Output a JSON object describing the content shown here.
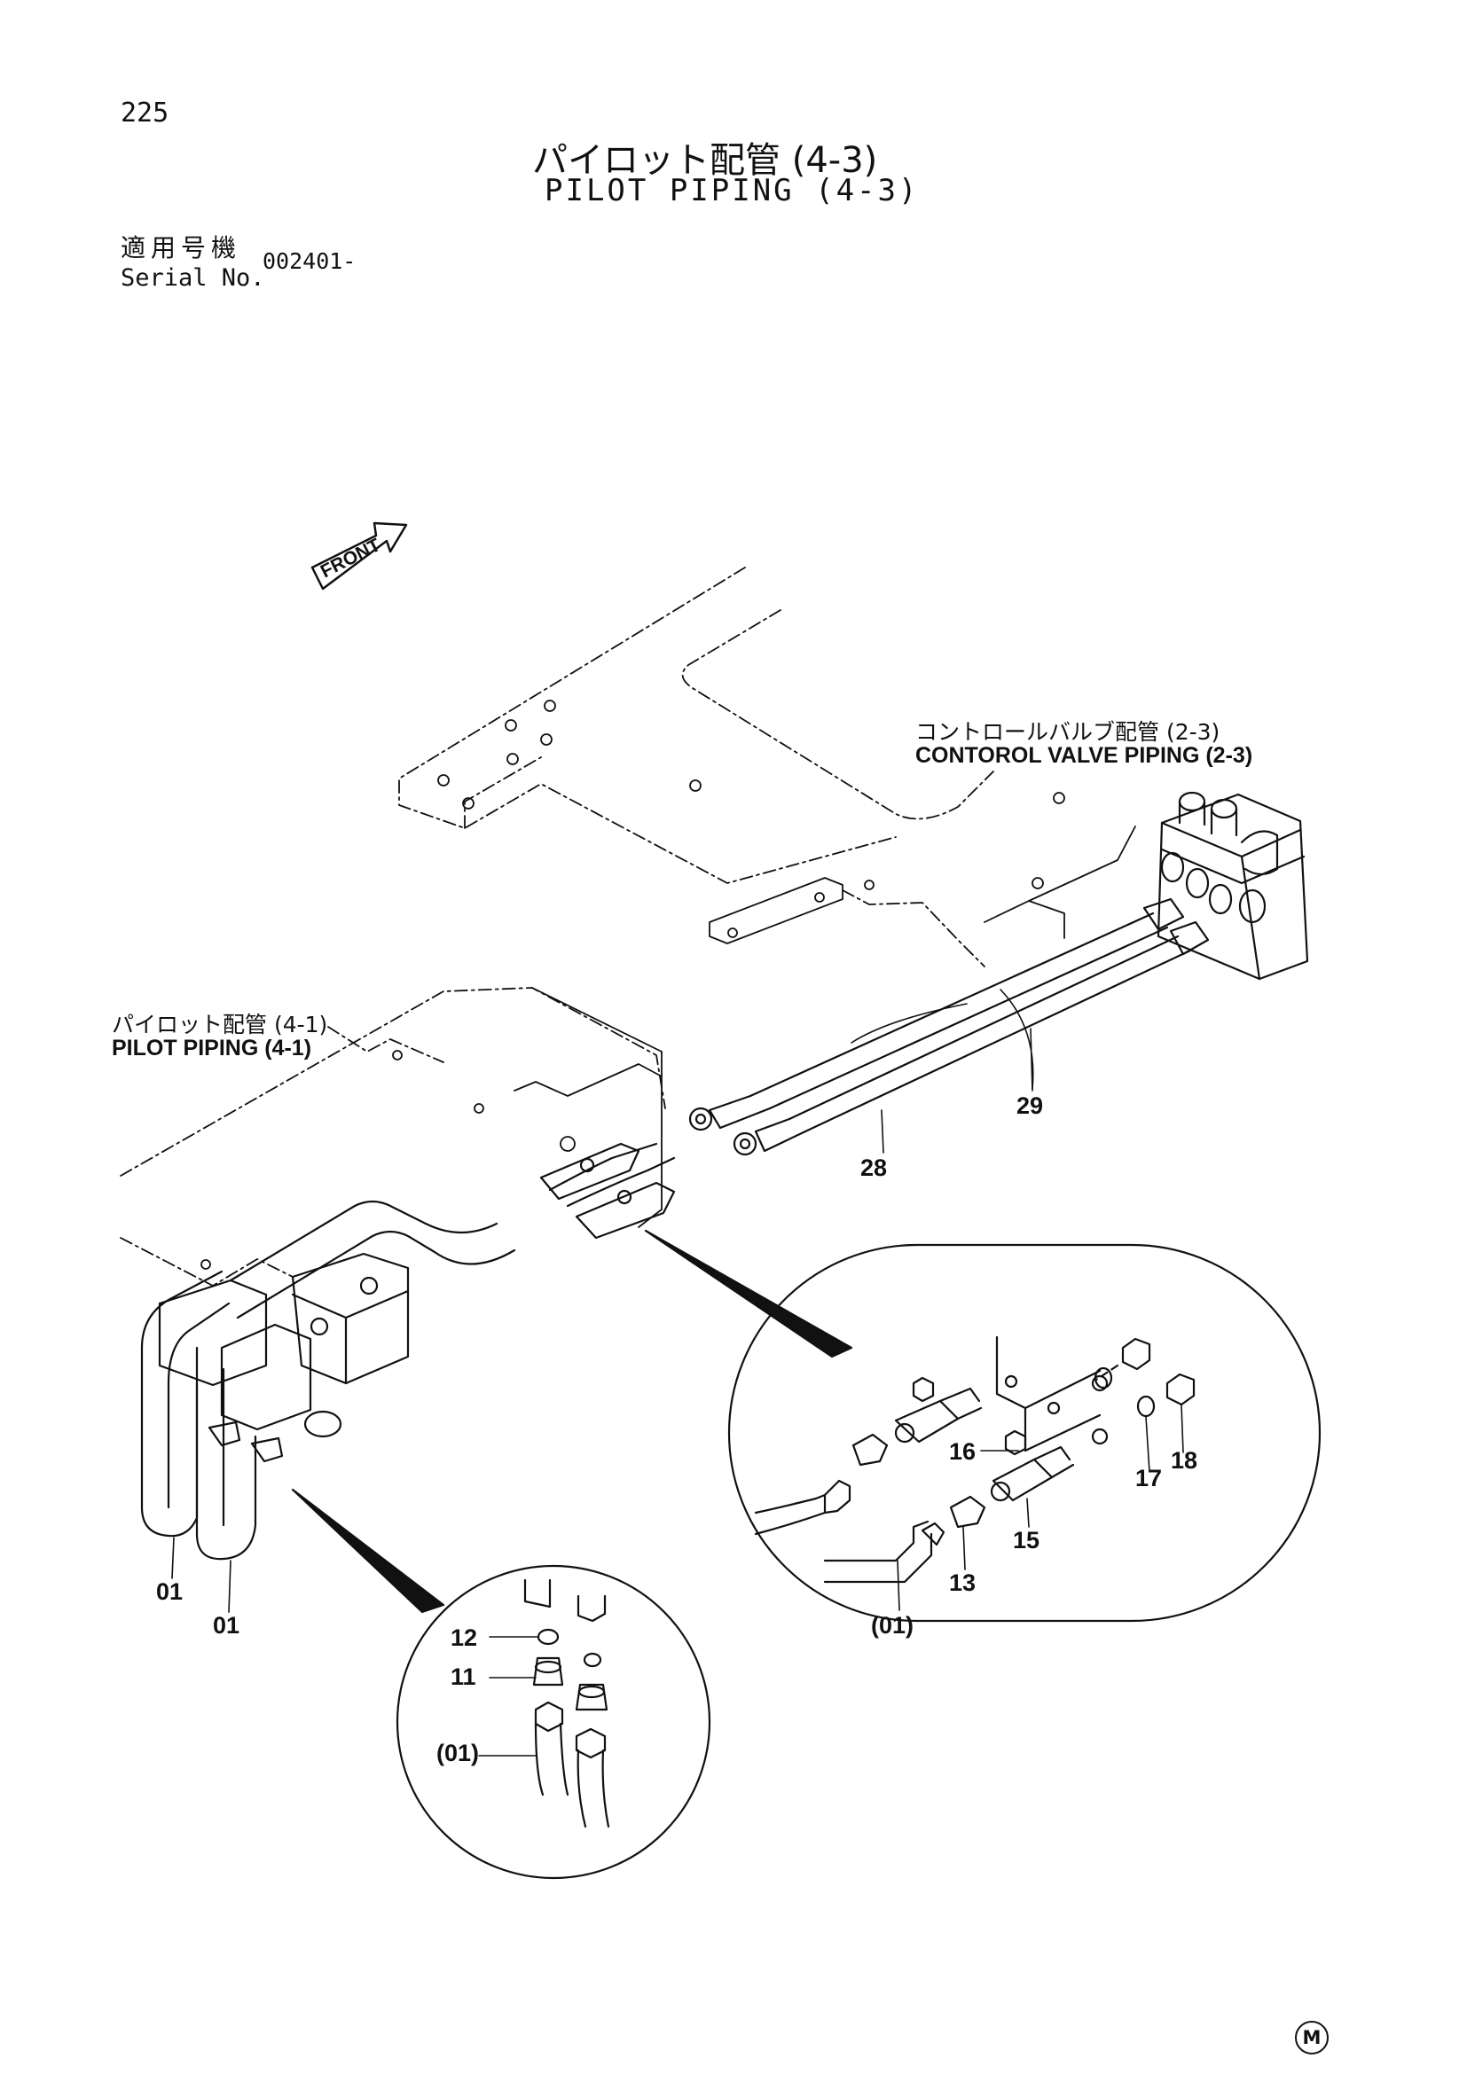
{
  "page_number": "225",
  "title": {
    "jp": "パイロット配管 (4-3)",
    "en": "PILOT PIPING (4-3)"
  },
  "serial": {
    "label_jp": "適用号機",
    "label_en": "Serial No.",
    "value": "002401-"
  },
  "front_label": "FRONT",
  "refs": {
    "control_valve": {
      "jp": "コントロールバルブ配管 (2-3)",
      "en": "CONTOROL VALVE PIPING (2-3)"
    },
    "pilot_piping": {
      "jp": "パイロット配管 (4-1)",
      "en": "PILOT PIPING (4-1)"
    }
  },
  "part_numbers": {
    "p28": "28",
    "p29": "29",
    "p01a": "01",
    "p01b": "01",
    "p12": "12",
    "p11": "11",
    "p01c": "(01)",
    "p16": "16",
    "p17": "17",
    "p18": "18",
    "p15": "15",
    "p13": "13",
    "p01d": "(01)"
  },
  "footer_mark": "M"
}
